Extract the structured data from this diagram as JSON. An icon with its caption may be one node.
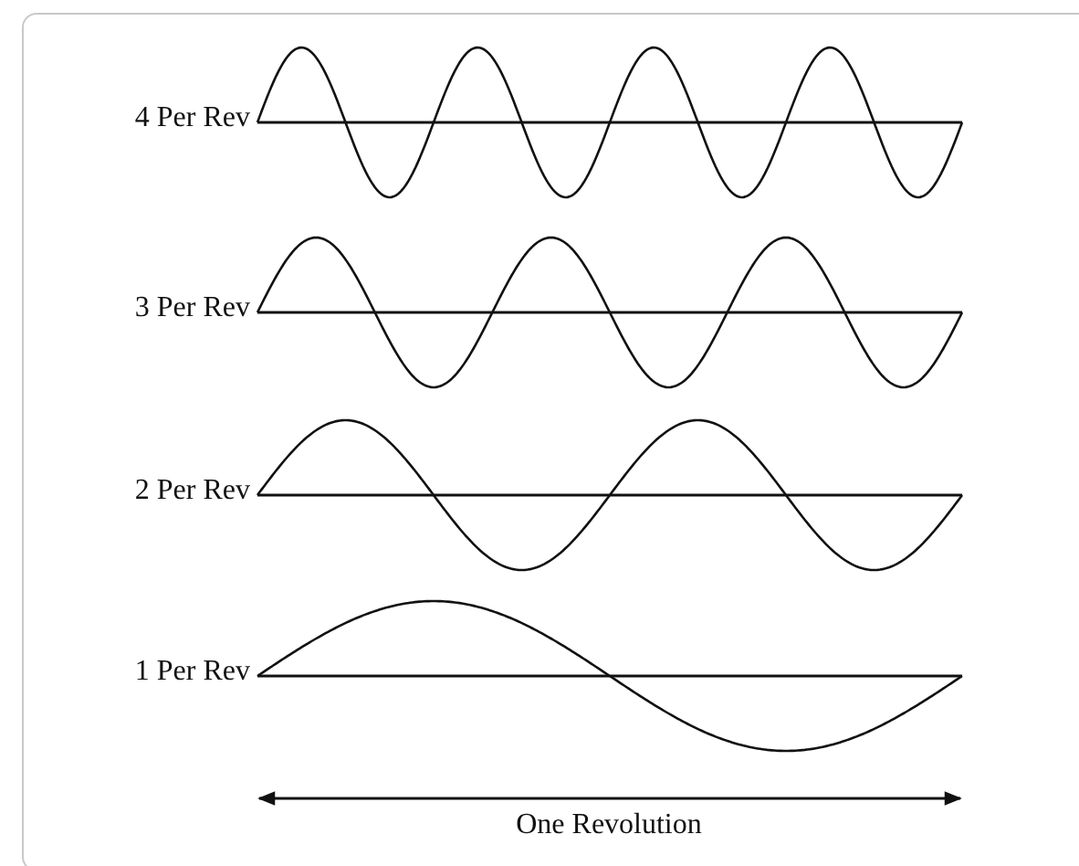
{
  "diagram": {
    "labels": [
      "4 Per Rev",
      "3 Per Rev",
      "2 Per Rev",
      "1 Per Rev",
      "One Revolution"
    ]
  }
}
